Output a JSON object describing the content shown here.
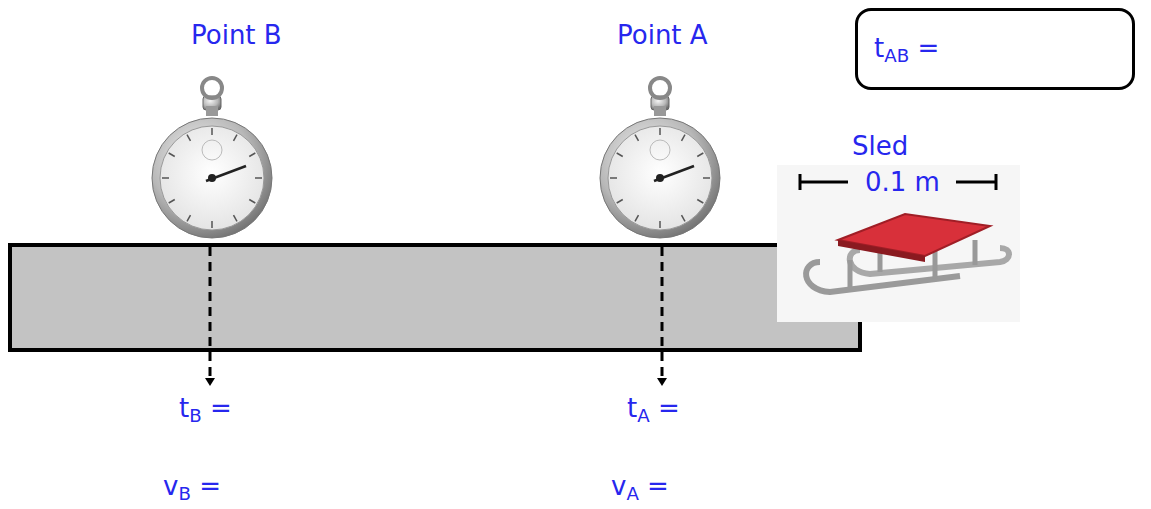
{
  "diagram": {
    "nodes": [
      {
        "text": [
          "tAB ="
        ]
      }
    ],
    "labels": [
      "Point B",
      "Point A",
      "Sled",
      "0.1 m",
      "tB =",
      "tA =",
      "vB =",
      "vA ="
    ]
  }
}
